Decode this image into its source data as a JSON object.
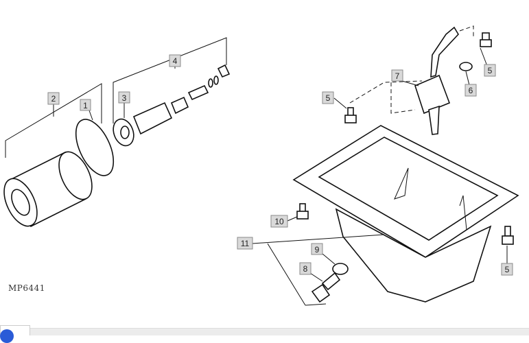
{
  "figure_id": "MP6441",
  "callouts": {
    "c1": "1",
    "c2": "2",
    "c3": "3",
    "c4": "4",
    "c5a": "5",
    "c5b": "5",
    "c5c": "5",
    "c6": "6",
    "c7": "7",
    "c8": "8",
    "c9": "9",
    "c10": "10",
    "c11": "11"
  },
  "colors": {
    "callout_fill": "#d9d9d9",
    "taskbar_icon": "#2a5bd7"
  }
}
